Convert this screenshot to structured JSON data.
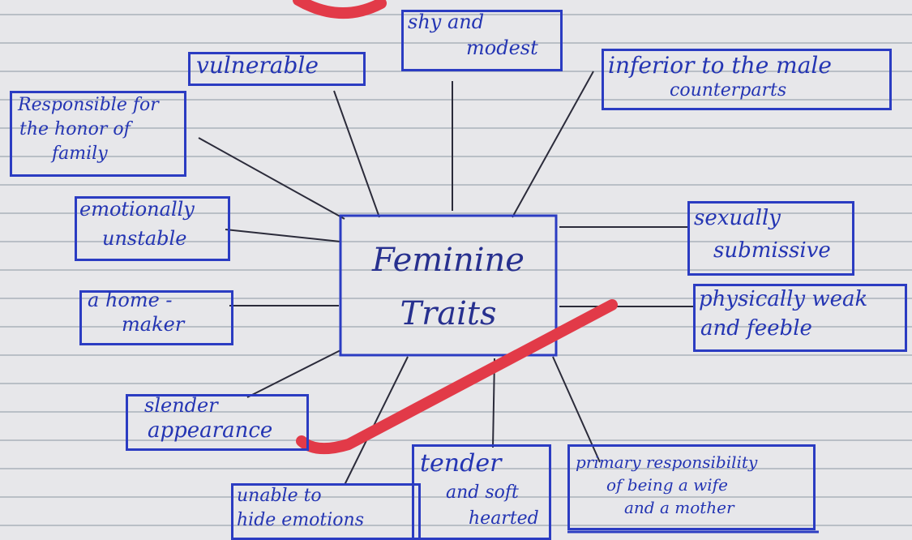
{
  "center": {
    "line1": "Feminine",
    "line2": "Traits"
  },
  "traits": {
    "shy_modest": [
      "shy and",
      "modest"
    ],
    "vulnerable": "vulnerable",
    "inferior": [
      "inferior to the male",
      "counterparts"
    ],
    "honor": [
      "Responsible for",
      "the honor of",
      "family"
    ],
    "emotionally_unstable": [
      "emotionally",
      "unstable"
    ],
    "home_maker": [
      "a home -",
      "maker"
    ],
    "sexually_submissive": [
      "sexually",
      "submissive"
    ],
    "physically_weak": [
      "physically weak",
      "and feeble"
    ],
    "slender": [
      "slender",
      "appearance"
    ],
    "unable_hide": [
      "unable to",
      "hide emotions"
    ],
    "tender": [
      "tender",
      "and soft",
      "hearted"
    ],
    "primary": [
      "primary responsibility",
      "of being a wife",
      "and a mother"
    ]
  },
  "colors": {
    "ink": "#2435b3",
    "marker": "#e23a48",
    "paper": "#e7e7ea",
    "rule": "#b9bfc6"
  }
}
